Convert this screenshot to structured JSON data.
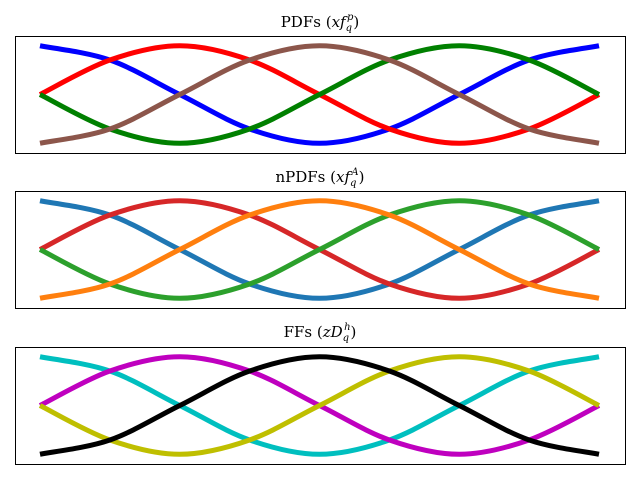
{
  "chart_data": [
    {
      "type": "line",
      "title": "PDFs (xf_q^p)",
      "title_parts": {
        "main": "PDFs (",
        "var": "xf",
        "sub": "q",
        "sup": "p",
        "close": ")"
      },
      "xlim": [
        0,
        1
      ],
      "ylim": [
        -1.2,
        1.2
      ],
      "axes_visible": false,
      "series": [
        {
          "color": "#0000ff",
          "x": [
            0,
            0.125,
            0.25,
            0.375,
            0.5,
            0.625,
            0.75,
            0.875,
            1
          ],
          "y": [
            1,
            0.707,
            0,
            -0.707,
            -1,
            -0.707,
            0,
            0.707,
            1
          ]
        },
        {
          "color": "#ff0000",
          "x": [
            0,
            0.125,
            0.25,
            0.375,
            0.5,
            0.625,
            0.75,
            0.875,
            1
          ],
          "y": [
            0,
            0.707,
            1,
            0.707,
            0,
            -0.707,
            -1,
            -0.707,
            0
          ]
        },
        {
          "color": "#008000",
          "x": [
            0,
            0.125,
            0.25,
            0.375,
            0.5,
            0.625,
            0.75,
            0.875,
            1
          ],
          "y": [
            0,
            -0.707,
            -1,
            -0.707,
            0,
            0.707,
            1,
            0.707,
            0
          ]
        },
        {
          "color": "#8c564b",
          "x": [
            0,
            0.125,
            0.25,
            0.375,
            0.5,
            0.625,
            0.75,
            0.875,
            1
          ],
          "y": [
            -1,
            -0.707,
            0,
            0.707,
            1,
            0.707,
            0,
            -0.707,
            -1
          ]
        }
      ]
    },
    {
      "type": "line",
      "title": "nPDFs (xf_q^A)",
      "title_parts": {
        "main": "nPDFs (",
        "var": "xf",
        "sub": "q",
        "sup": "A",
        "close": ")"
      },
      "xlim": [
        0,
        1
      ],
      "ylim": [
        -1.2,
        1.2
      ],
      "axes_visible": false,
      "series": [
        {
          "color": "#1f77b4",
          "x": [
            0,
            0.125,
            0.25,
            0.375,
            0.5,
            0.625,
            0.75,
            0.875,
            1
          ],
          "y": [
            1,
            0.707,
            0,
            -0.707,
            -1,
            -0.707,
            0,
            0.707,
            1
          ]
        },
        {
          "color": "#d62728",
          "x": [
            0,
            0.125,
            0.25,
            0.375,
            0.5,
            0.625,
            0.75,
            0.875,
            1
          ],
          "y": [
            0,
            0.707,
            1,
            0.707,
            0,
            -0.707,
            -1,
            -0.707,
            0
          ]
        },
        {
          "color": "#2ca02c",
          "x": [
            0,
            0.125,
            0.25,
            0.375,
            0.5,
            0.625,
            0.75,
            0.875,
            1
          ],
          "y": [
            0,
            -0.707,
            -1,
            -0.707,
            0,
            0.707,
            1,
            0.707,
            0
          ]
        },
        {
          "color": "#ff7f0e",
          "x": [
            0,
            0.125,
            0.25,
            0.375,
            0.5,
            0.625,
            0.75,
            0.875,
            1
          ],
          "y": [
            -1,
            -0.707,
            0,
            0.707,
            1,
            0.707,
            0,
            -0.707,
            -1
          ]
        }
      ]
    },
    {
      "type": "line",
      "title": "FFs (zD_q^h)",
      "title_parts": {
        "main": "FFs (",
        "var": "zD",
        "sub": "q",
        "sup": "h",
        "close": ")"
      },
      "xlim": [
        0,
        1
      ],
      "ylim": [
        -1.2,
        1.2
      ],
      "axes_visible": false,
      "series": [
        {
          "color": "#00bfbf",
          "x": [
            0,
            0.125,
            0.25,
            0.375,
            0.5,
            0.625,
            0.75,
            0.875,
            1
          ],
          "y": [
            1,
            0.707,
            0,
            -0.707,
            -1,
            -0.707,
            0,
            0.707,
            1
          ]
        },
        {
          "color": "#bf00bf",
          "x": [
            0,
            0.125,
            0.25,
            0.375,
            0.5,
            0.625,
            0.75,
            0.875,
            1
          ],
          "y": [
            0,
            0.707,
            1,
            0.707,
            0,
            -0.707,
            -1,
            -0.707,
            0
          ]
        },
        {
          "color": "#bfbf00",
          "x": [
            0,
            0.125,
            0.25,
            0.375,
            0.5,
            0.625,
            0.75,
            0.875,
            1
          ],
          "y": [
            0,
            -0.707,
            -1,
            -0.707,
            0,
            0.707,
            1,
            0.707,
            0
          ]
        },
        {
          "color": "#000000",
          "x": [
            0,
            0.125,
            0.25,
            0.375,
            0.5,
            0.625,
            0.75,
            0.875,
            1
          ],
          "y": [
            -1,
            -0.707,
            0,
            0.707,
            1,
            0.707,
            0,
            -0.707,
            -1
          ]
        }
      ]
    }
  ]
}
